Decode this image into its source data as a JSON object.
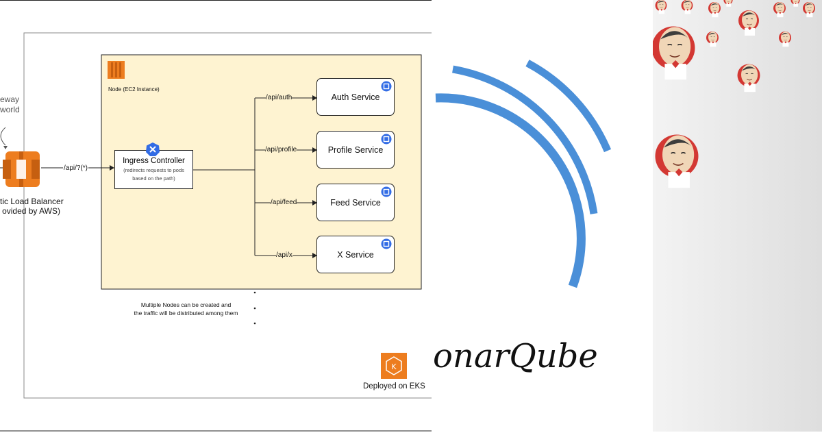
{
  "left_panel": {
    "gateway_text_line1": "eway",
    "gateway_text_line2": "world",
    "load_balancer_line1": "tic Load Balancer",
    "load_balancer_line2": "ovided by AWS)",
    "lb_route_label": "/api/?(*)",
    "node_label": "Node (EC2 Instance)",
    "ingress_title": "Ingress Controller",
    "ingress_sub_line1": "(redirects requests to pods",
    "ingress_sub_line2": "based on the path)",
    "services": [
      {
        "route": "/api/auth",
        "name": "Auth Service"
      },
      {
        "route": "/api/profile",
        "name": "Profile Service"
      },
      {
        "route": "/api/feed",
        "name": "Feed Service"
      },
      {
        "route": "/api/x",
        "name": "X Service"
      }
    ],
    "multi_node_note_line1": "Multiple Nodes can be created and",
    "multi_node_note_line2": "the traffic will be distributed among them",
    "eks_label": "Deployed on EKS",
    "colors": {
      "aws_orange": "#ed7d1f",
      "node_fill": "#fef3d1",
      "k8s_blue": "#326ce5"
    }
  },
  "middle_panel": {
    "sonarqube_text": "onarQube",
    "colors": {
      "arc_blue": "#4a8fd8"
    }
  },
  "right_panel": {
    "icon": "jenkins-butler-icon"
  }
}
